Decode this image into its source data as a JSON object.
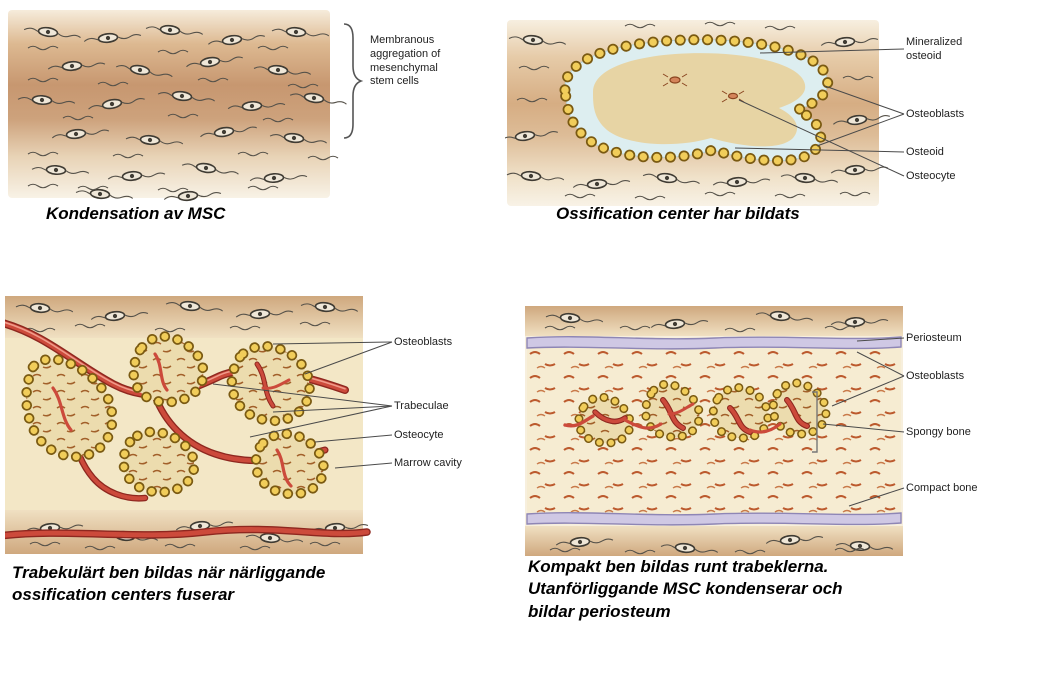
{
  "panels": [
    {
      "name": "condensation",
      "caption": "Kondensation av MSC",
      "labels": [
        {
          "text": "Membranous\naggregation of\nmesenchymal\nstem cells"
        }
      ]
    },
    {
      "name": "ossification-center",
      "caption": "Ossification center har bildats",
      "labels": [
        {
          "text": "Mineralized\nosteoid"
        },
        {
          "text": "Osteoblasts"
        },
        {
          "text": "Osteoid"
        },
        {
          "text": "Osteocyte"
        }
      ]
    },
    {
      "name": "trabecular-bone",
      "caption": "Trabekulärt ben bildas när närliggande\nossification centers fuserar",
      "labels": [
        {
          "text": "Osteoblasts"
        },
        {
          "text": "Trabeculae"
        },
        {
          "text": "Osteocyte"
        },
        {
          "text": "Marrow cavity"
        }
      ]
    },
    {
      "name": "compact-bone",
      "caption": "Kompakt ben bildas runt trabeklerna.\nUtanförliggande MSC kondenserar och\nbildar periosteum",
      "labels": [
        {
          "text": "Periosteum"
        },
        {
          "text": "Osteoblasts"
        },
        {
          "text": "Spongy bone"
        },
        {
          "text": "Compact bone"
        }
      ]
    }
  ],
  "colors": {
    "tissue_tan": "#c79770",
    "osteoid_blue": "#ddeef0",
    "mineralized_beige": "#e7d4a4",
    "osteoblast_yellow": "#f1cd5a",
    "vessel_red": "#cc4a3b",
    "periosteum_lavender": "#cfc8e4",
    "label_text": "#1f1f1f"
  }
}
